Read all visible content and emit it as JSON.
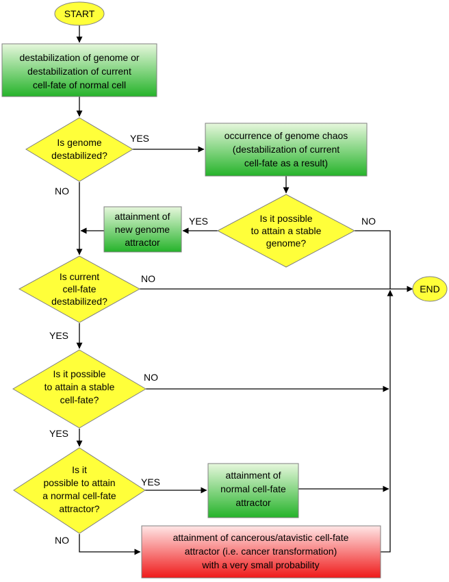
{
  "nodes": {
    "start": "START",
    "destabilization": [
      "destabilization of genome or",
      "destabilization of current",
      "cell-fate of normal cell"
    ],
    "q_genome_destabilized": [
      "Is genome",
      "destabilized?"
    ],
    "genome_chaos": [
      "occurrence of genome chaos",
      "(destabilization of current",
      "cell-fate as a result)"
    ],
    "q_stable_genome": [
      "Is it possible",
      "to attain a stable",
      "genome?"
    ],
    "new_genome_attractor": [
      "attainment of",
      "new genome",
      "attractor"
    ],
    "q_cellfate_destabilized": [
      "Is current",
      "cell-fate",
      "destabilized?"
    ],
    "end": "END",
    "q_stable_cellfate": [
      "Is it possible",
      "to attain a stable",
      "cell-fate?"
    ],
    "q_normal_attractor": [
      "Is it",
      "possible to attain",
      "a normal cell-fate",
      "attractor?"
    ],
    "normal_attractor": [
      "attainment of",
      "normal cell-fate",
      "attractor"
    ],
    "cancer_attractor": [
      "attainment of cancerous/atavistic cell-fate",
      "attractor (i.e. cancer transformation)",
      "with a very small probability"
    ]
  },
  "edge_labels": {
    "genome_yes": "YES",
    "genome_no": "NO",
    "stable_genome_yes": "YES",
    "stable_genome_no": "NO",
    "cellfate_no": "NO",
    "cellfate_yes": "YES",
    "stable_cellfate_no": "NO",
    "stable_cellfate_yes": "YES",
    "normal_yes": "YES",
    "normal_no": "NO"
  },
  "colors": {
    "process_top": "#e6f7dc",
    "process_bottom": "#25b32a",
    "decision": "#ffff3a",
    "terminal_fill": "#ffff3a",
    "cancer_top": "#ffe6e6",
    "cancer_bottom": "#ef1a1a",
    "line": "#000000"
  }
}
